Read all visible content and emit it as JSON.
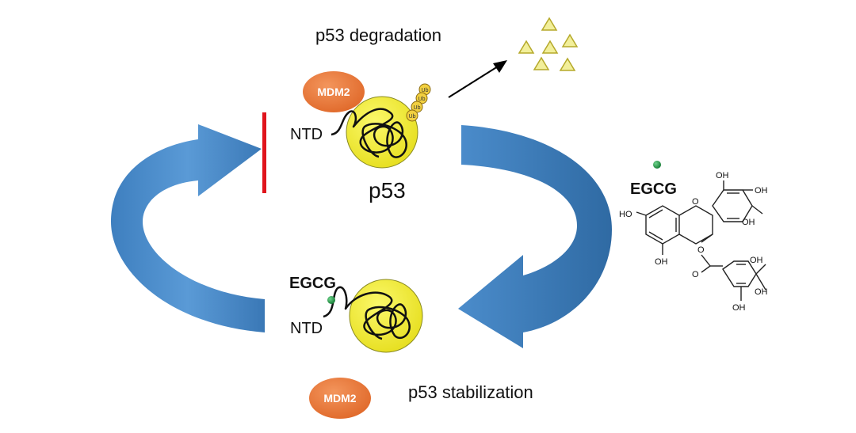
{
  "labels": {
    "degradation": "p53 degradation",
    "stabilization": "p53 stabilization",
    "p53": "p53",
    "ntd_top": "NTD",
    "ntd_bottom": "NTD",
    "mdm2_top": "MDM2",
    "mdm2_bottom": "MDM2",
    "egcg_right": "EGCG",
    "egcg_bottom": "EGCG",
    "ub": [
      "Ub",
      "Ub",
      "Ub",
      "Ub"
    ]
  },
  "molecule": {
    "oh": [
      "OH",
      "OH",
      "OH",
      "HO",
      "OH",
      "OH",
      "OH",
      "OH"
    ],
    "o_ring": "O",
    "o_ester": "O",
    "o_carbonyl": "O"
  },
  "colors": {
    "arrow": "#4a8cc9",
    "arrow_dark": "#2f6aa3",
    "p53": "#f2ee3a",
    "p53_stroke": "#8a8a20",
    "mdm2": "#ec7a3a",
    "inhibit": "#e0141c",
    "egcg_dot": "#1f9a45",
    "fragment": "#f2ef9a"
  }
}
